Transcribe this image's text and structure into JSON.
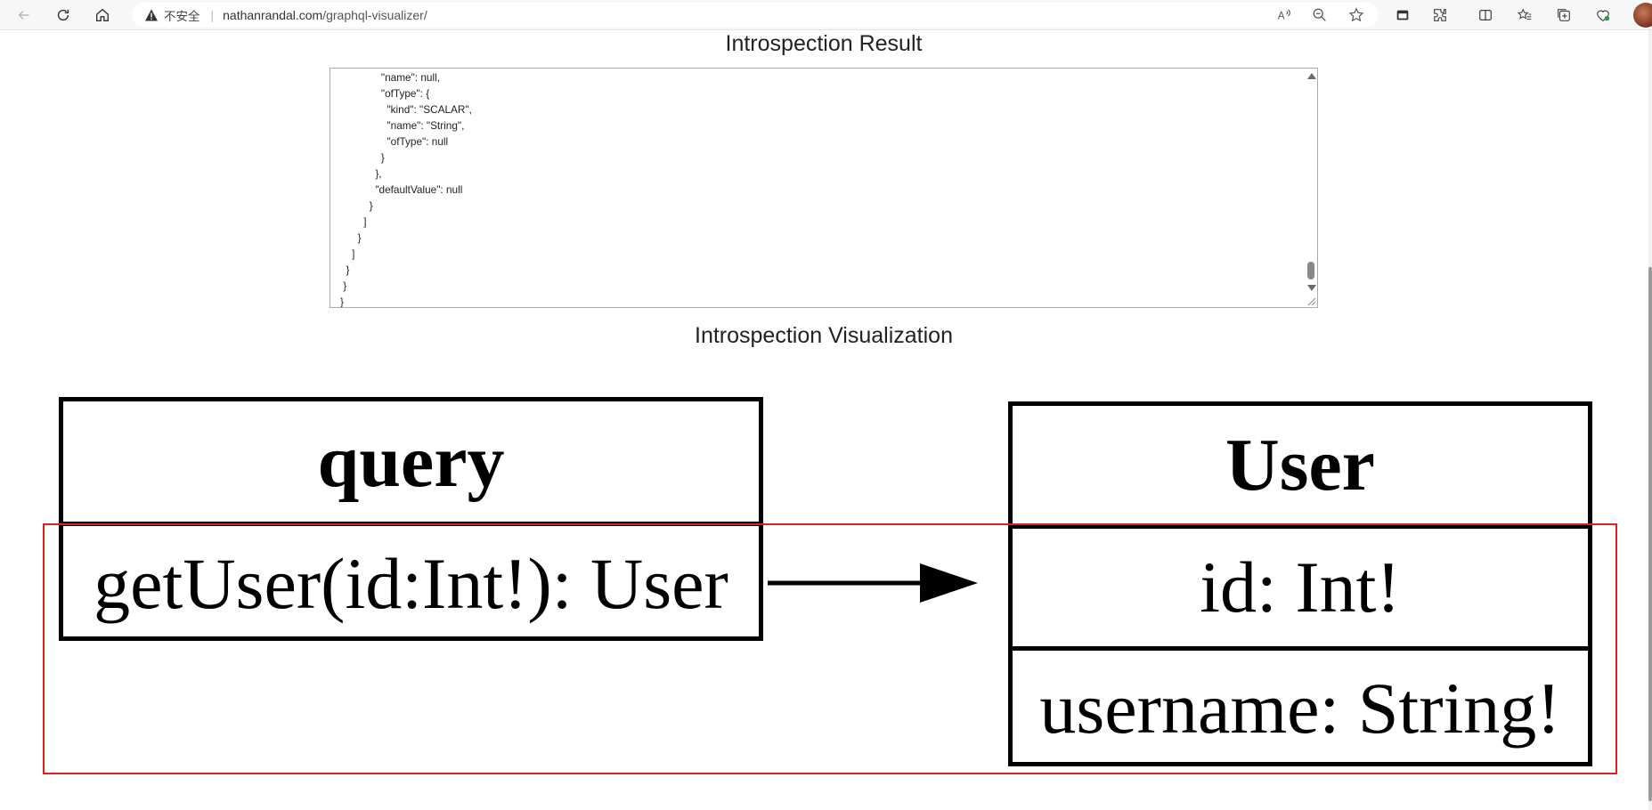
{
  "browser": {
    "security_label": "不安全",
    "url_host": "nathanrandal.com",
    "url_path": "/graphql-visualizer/"
  },
  "result": {
    "title": "Introspection Result",
    "json_lines": [
      "              \"name\": null,",
      "              \"ofType\": {",
      "                \"kind\": \"SCALAR\",",
      "                \"name\": \"String\",",
      "                \"ofType\": null",
      "              }",
      "            },",
      "            \"defaultValue\": null",
      "          }",
      "        ]",
      "      }",
      "    ]",
      "  }",
      " }",
      "}"
    ]
  },
  "visualization": {
    "title": "Introspection Visualization",
    "query_node": {
      "header": "query",
      "fields": [
        "getUser(id:Int!): User"
      ]
    },
    "user_node": {
      "header": "User",
      "fields": [
        "id: Int!",
        "username: String!"
      ]
    }
  },
  "colors": {
    "highlight": "#e02020",
    "node_border": "#000000"
  },
  "icons": [
    "back-icon",
    "refresh-icon",
    "home-icon",
    "warning-icon",
    "read-aloud-icon",
    "zoom-out-icon",
    "favorite-star-icon",
    "tab-icon",
    "extensions-icon",
    "split-screen-icon",
    "favorites-icon",
    "collections-icon",
    "browser-essentials-icon"
  ]
}
